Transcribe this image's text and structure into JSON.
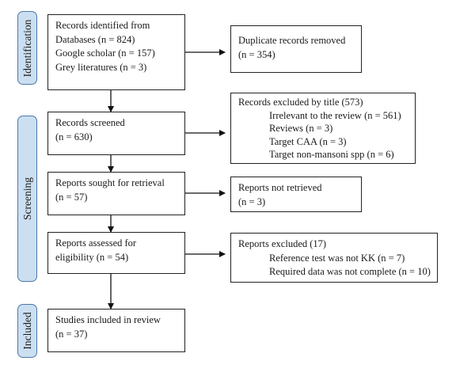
{
  "stages": {
    "identification": "Identification",
    "screening": "Screening",
    "included": "Included"
  },
  "identified": {
    "title": "Records identified from",
    "databases": "Databases (n = 824)",
    "google_scholar": "Google scholar (n = 157)",
    "grey": "Grey literatures (n = 3)"
  },
  "duplicates": {
    "title": "Duplicate records removed",
    "count": "(n = 354)"
  },
  "screened": {
    "title": "Records screened",
    "count": "(n = 630)"
  },
  "excluded_title": {
    "title": "Records excluded by title (573)",
    "items": [
      "Irrelevant to the review (n = 561)",
      "Reviews (n = 3)",
      "Target CAA (n = 3)",
      "Target non-mansoni spp (n = 6)"
    ]
  },
  "sought": {
    "title": "Reports sought for retrieval",
    "count": "(n = 57)"
  },
  "not_retrieved": {
    "title": "Reports not retrieved",
    "count": "(n = 3)"
  },
  "assessed": {
    "title": "Reports assessed for",
    "count": "eligibility (n = 54)"
  },
  "reports_excluded": {
    "title": "Reports excluded (17)",
    "items": [
      "Reference test was not KK (n = 7)",
      "Required data was not complete (n = 10)"
    ]
  },
  "included": {
    "title": "Studies included in review",
    "count": "(n = 37)"
  }
}
